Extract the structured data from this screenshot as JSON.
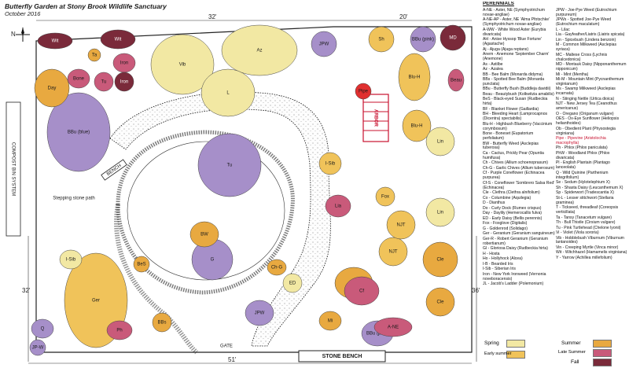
{
  "header": {
    "title": "Butterfly Garden at Stony Brook Wildlife Sanctuary",
    "subtitle": "October 2016"
  },
  "compass": "N",
  "dimensions": {
    "top_left": "32'",
    "top_right": "20'",
    "left": "32'",
    "right": "36'",
    "bottom": "51'"
  },
  "side_labels": {
    "compost": "COMPOST BIN SYSTEM",
    "bench_bottom": "STONE BENCH",
    "bench_inner": "BENCH",
    "arbor": "ARBOR",
    "gate": "GATE",
    "stepping": "Stepping stone path"
  },
  "legend_title": "PERENNIALS",
  "legend_col1": [
    {
      "t": "A-NE - Aster, NE (Symphyotrichum novae-angliae)"
    },
    {
      "t": "A-NE-AP - Aster, NE 'Alma Pfotschke' (Symphyotrichum novae-angliae)"
    },
    {
      "t": "A-WW - White Wood Aster (Eurybia divaricata)"
    },
    {
      "t": "AH - Anise Hyssop 'Blue Fortune' (Agastache)"
    },
    {
      "t": "Aj - Ajuga (Ajuga reptans)"
    },
    {
      "t": "Anem - Anemone 'September Charm' (Anemone)"
    },
    {
      "t": "As - Astilbe"
    },
    {
      "t": "Az - Azalea"
    },
    {
      "t": "BB - Bee Balm (Monarda didyma)"
    },
    {
      "t": "BBs - Spotted Bee Balm (Monarda punctata)"
    },
    {
      "t": "BBu - Butterfly Bush (Buddleja davidii)"
    },
    {
      "t": "Beau - Beautybush (Kolkwitzia amabilis)"
    },
    {
      "t": "BeS - Black-eyed Susan (Rudbeckia hirta)"
    },
    {
      "t": "BF - Blanket Flower (Gaillardia)"
    },
    {
      "t": "BH - Bleeding Heart (Lamprocapnos (Dicentra) spectabilis)"
    },
    {
      "t": "Blu-H - Highbush Blueberry (Vaccinium corymbosum)"
    },
    {
      "t": "Bone - Boneset (Eupatorium perfoliatum)"
    },
    {
      "t": "BW - Butterfly Weed (Asclepias tuberosa)"
    },
    {
      "t": "Ca - Cactus, Prickly Pear (Opuntia humifusa)"
    },
    {
      "t": "Ch - Chives (Allium schoenoprasum)"
    },
    {
      "t": "Ch-G - Garlic Chives (Allium tuberosum)"
    },
    {
      "t": "Cf - Purple Coneflower (Echinacea purpurea)"
    },
    {
      "t": "Cf-S - Coneflower 'Sombrero Salsa Red' (Echinacea)"
    },
    {
      "t": "Cle - Clethra (Clethra alnifolium)"
    },
    {
      "t": "Co - Columbine (Aquilegia)"
    },
    {
      "t": "D - Dianthus"
    },
    {
      "t": "Do - Curly Dock (Rumex crispus)"
    },
    {
      "t": "Day - Daylily (Hemerocallis fulva)"
    },
    {
      "t": "ED - Early Daisy (Bellis perennis)"
    },
    {
      "t": "Fox - Foxglove (Digitalis)"
    },
    {
      "t": "G - Goldenrod (Solidago)"
    },
    {
      "t": "Ger - Geranium (Geranium sanguineum)"
    },
    {
      "t": "Ger-R - Robert Geranium (Geranium robertianum)"
    },
    {
      "t": "Gl - Gloriosa Daisy (Rudbeckia hirta)"
    },
    {
      "t": "H - Hosta"
    },
    {
      "t": "Ho - Hollyhock (Alcea)"
    },
    {
      "t": "I-B - Bearded Iris"
    },
    {
      "t": "I-Sib - Siberian Iris"
    },
    {
      "t": "Iron - New York Ironweed (Vernonia noveboracensis)"
    },
    {
      "t": "JL - Jacob's Ladder (Polemonium)"
    }
  ],
  "legend_col2": [
    {
      "t": "JPW - Joe-Pye Weed (Eutrochium purpureum)"
    },
    {
      "t": "JPWs - Spotted Joe-Pye Weed (Eutrochium maculatum)"
    },
    {
      "t": "L - Lilac"
    },
    {
      "t": "Lia - Gayfeather/Liatris (Liatris spicata)"
    },
    {
      "t": "Lin - Spicebush (Lindera benzoin)"
    },
    {
      "t": "M - Common Milkweed (Asclepias syriaca)"
    },
    {
      "t": "MC - Maltese Cross (Lychnis chalcedonica)"
    },
    {
      "t": "MD - Montauk Daisy (Nipponanthemum nipponicum)"
    },
    {
      "t": "Mi - Mint (Mentha)"
    },
    {
      "t": "Mi-M - Mountain Mint (Pycnanthemum virginianum)"
    },
    {
      "t": "Ms - Swamp Milkweed (Asclepias incarnata)"
    },
    {
      "t": "N - Stinging Nettle (Urtica dioica)"
    },
    {
      "t": "NJT - New Jersey Tea (Ceanothus americanus)"
    },
    {
      "t": "O - Oregano (Origanum vulgare)"
    },
    {
      "t": "OES - Ox-Eye Sunflower (Heliopsis helianthoides)"
    },
    {
      "t": "Ob - Obedient Plant (Physostegia virginiana)"
    },
    {
      "t": "Pipe - Pipevine (Aristolochia macrophylla)",
      "red": true
    },
    {
      "t": "Ph - Phlox (Phlox paniculata)"
    },
    {
      "t": "PhW - Woodland Phlox (Phlox divaricata)"
    },
    {
      "t": "Pl - English Plantain (Plantago lanceolata)"
    },
    {
      "t": "Q - Wild Quinine (Parthenium integrifolium)"
    },
    {
      "t": "Se - Sedum (Hylotelephium X)"
    },
    {
      "t": "Sh - Shasta Daisy (Leucanthemum X)"
    },
    {
      "t": "Sp - Spiderwort (Tradescantia X)"
    },
    {
      "t": "St-L - Lesser stitchwort (Stellaria graminea)"
    },
    {
      "t": "T - Tickseed, threadleaf (Coreopsis verticillata)"
    },
    {
      "t": "Ta - Tansy (Tanacetum vulgare)"
    },
    {
      "t": "Th - Bull Thistle (Cirsium vulgare)"
    },
    {
      "t": "Tu - Pink Turtlehead (Chelone lyonii)"
    },
    {
      "t": "Vi - Violet (Viola sororia)"
    },
    {
      "t": "Vib - Hobblebush Viburnum (Viburnum lantanoides)"
    },
    {
      "t": "Vin - Creeping Myrtle (Vinca minor)"
    },
    {
      "t": "Wit - Witchhazel (Hamamelis virginiana)"
    },
    {
      "t": "Y - Yarrow (Achillea millefolium)"
    }
  ],
  "season_legend": {
    "spring": "Spring",
    "early_summer": "Early summer",
    "summer": "Summer",
    "late_summer": "Late Summer",
    "fall": "Fall",
    "colors": {
      "spring": "#f2e8a3",
      "early_summer": "#f0c35a",
      "summer": "#e8a940",
      "late_summer": "#c95a7a",
      "fall": "#7a2a3a"
    }
  },
  "plants": [
    {
      "label": "Wit",
      "s": "fall"
    },
    {
      "label": "Wit",
      "s": "fall"
    },
    {
      "label": "Ta",
      "s": "summer"
    },
    {
      "label": "Iron",
      "s": "late_summer"
    },
    {
      "label": "Vib",
      "s": "spring"
    },
    {
      "label": "Az",
      "s": "spring"
    },
    {
      "label": "L",
      "s": "spring"
    },
    {
      "label": "JPW",
      "s": "purple"
    },
    {
      "label": "Sh",
      "s": "early_summer"
    },
    {
      "label": "BBu (pink)",
      "s": "purple"
    },
    {
      "label": "MD",
      "s": "fall"
    },
    {
      "label": "Blu-H",
      "s": "early_summer"
    },
    {
      "label": "Blu-H",
      "s": "early_summer"
    },
    {
      "label": "Beau",
      "s": "late_summer"
    },
    {
      "label": "Lin",
      "s": "spring"
    },
    {
      "label": "Lin",
      "s": "spring"
    },
    {
      "label": "Cle",
      "s": "summer"
    },
    {
      "label": "Cle",
      "s": "summer"
    },
    {
      "label": "NJT",
      "s": "early_summer"
    },
    {
      "label": "NJT",
      "s": "early_summer"
    },
    {
      "label": "Cle",
      "s": "summer"
    },
    {
      "label": "BBu (blue)",
      "s": "purple"
    },
    {
      "label": "Day",
      "s": "summer"
    },
    {
      "label": "Bone",
      "s": "late_summer"
    },
    {
      "label": "Tu",
      "s": "late_summer"
    },
    {
      "label": "Iron",
      "s": "fall"
    },
    {
      "label": "Ger",
      "s": "early_summer"
    },
    {
      "label": "I-Sib",
      "s": "spring"
    },
    {
      "label": "Tu",
      "s": "purple"
    },
    {
      "label": "G",
      "s": "purple"
    },
    {
      "label": "BW",
      "s": "summer"
    },
    {
      "label": "I-Sib",
      "s": "early_summer"
    },
    {
      "label": "Lia",
      "s": "late_summer"
    },
    {
      "label": "Fox",
      "s": "early_summer"
    },
    {
      "label": "Cf",
      "s": "late_summer"
    },
    {
      "label": "JPW",
      "s": "purple"
    },
    {
      "label": "BBu (pink)",
      "s": "purple"
    },
    {
      "label": "A-NE",
      "s": "late_summer"
    },
    {
      "label": "ED",
      "s": "spring"
    },
    {
      "label": "Mi",
      "s": "summer"
    },
    {
      "label": "Ch-G",
      "s": "summer"
    },
    {
      "label": "Ph",
      "s": "late_summer"
    },
    {
      "label": "Q",
      "s": "purple"
    },
    {
      "label": "JP-W",
      "s": "purple"
    },
    {
      "label": "BBs",
      "s": "summer"
    },
    {
      "label": "BeS",
      "s": "summer"
    },
    {
      "label": "Pipe",
      "s": "red"
    }
  ]
}
